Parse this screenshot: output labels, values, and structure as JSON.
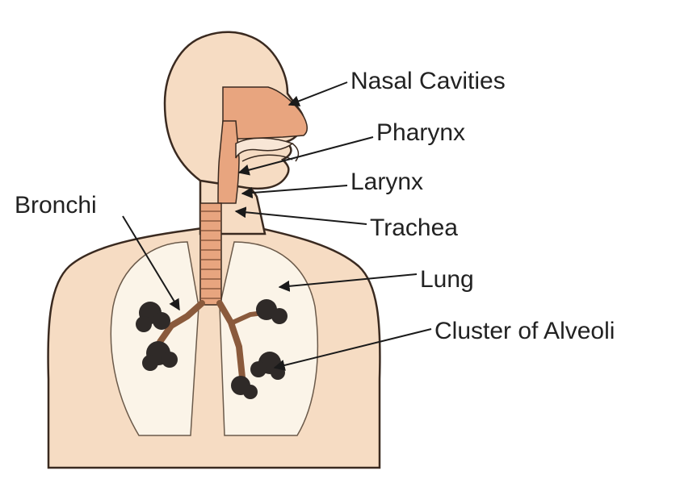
{
  "labels": {
    "nasal_cavities": "Nasal Cavities",
    "pharynx": "Pharynx",
    "larynx": "Larynx",
    "trachea": "Trachea",
    "lung": "Lung",
    "cluster_of_alveoli": "Cluster of Alveoli",
    "bronchi": "Bronchi"
  },
  "colors": {
    "skin": "#f6dcc3",
    "skin_outline": "#3a2a20",
    "airway": "#e8a57f",
    "lung_fill": "#fbf4e8",
    "alveoli": "#2f2a28",
    "leader": "#1a1a1a",
    "text": "#222222"
  }
}
